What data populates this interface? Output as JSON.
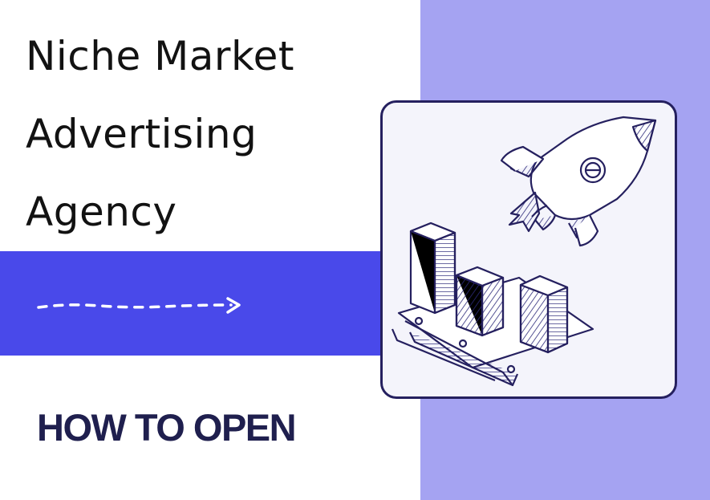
{
  "headline": {
    "line1": "Niche Market",
    "line2": "Advertising",
    "line3": "Agency"
  },
  "subtitle": "HOW TO OPEN",
  "colors": {
    "background": "#ffffff",
    "right_panel": "#a5a3f2",
    "band": "#4949ea",
    "headline": "#121212",
    "subtitle": "#1f1f4e",
    "card_border": "#25205f"
  },
  "illustration": {
    "icons": [
      "rocket-icon",
      "bar-chart-icon",
      "dashed-arrow-icon"
    ]
  }
}
